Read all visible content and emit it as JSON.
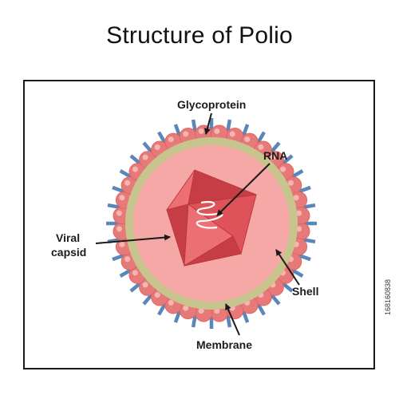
{
  "title": "Structure of Polio",
  "labels": {
    "glycoprotein": "Glycoprotein",
    "rna": "RNA",
    "viral_capsid_line1": "Viral",
    "viral_capsid_line2": "capsid",
    "shell": "Shell",
    "membrane": "Membrane"
  },
  "side_text": "168160838",
  "colors": {
    "spike": "#5b86b8",
    "bead": "#e77a78",
    "bead_highlight": "#f6bcb8",
    "shell": "#c8c48e",
    "inner": "#f6a8a6",
    "capsid": "#e0525a",
    "capsid_dark": "#c63d46",
    "capsid_light": "#ec6f74",
    "rna": "#ffffff"
  }
}
